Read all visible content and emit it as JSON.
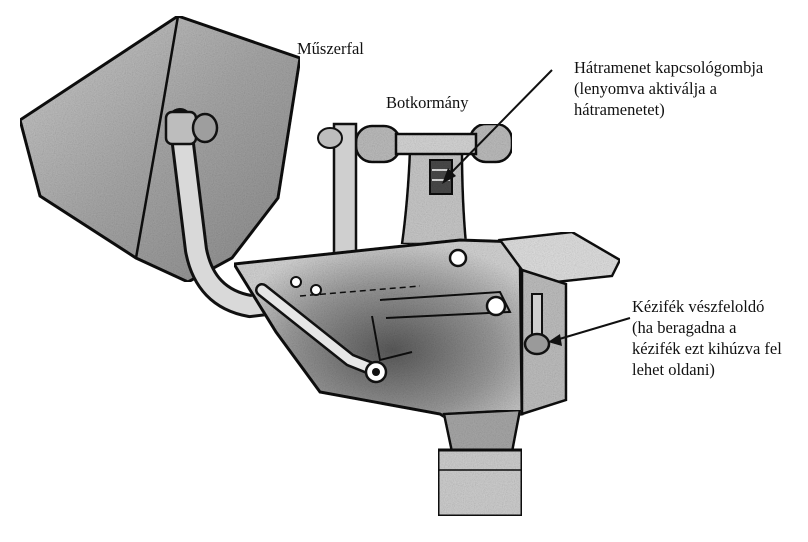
{
  "labels": {
    "dashboard": "Műszerfal",
    "handlebar": "Botkormány",
    "reverse_button": {
      "lines": [
        "Hátramenet kapcsológombja",
        "(lenyomva aktiválja a",
        "hátramenetet)"
      ]
    },
    "parking_brake_release": {
      "lines": [
        "Kézifék vészfeloldó",
        "(ha beragadna a",
        "kézifék ezt kihúzva fel",
        "lehet oldani)"
      ]
    }
  },
  "colors": {
    "ink": "#111111",
    "shade": "#8a8a8a",
    "paper": "#ffffff"
  }
}
